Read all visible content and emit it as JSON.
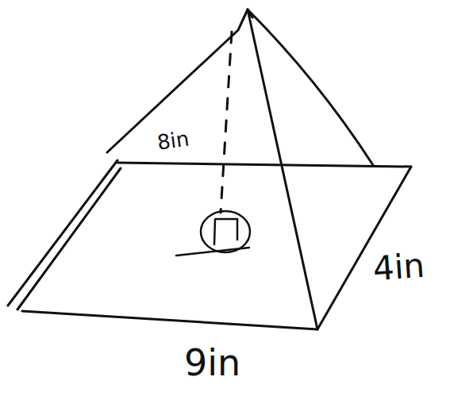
{
  "diagram": {
    "labels": [
      "8in",
      "4in",
      "9in"
    ]
  }
}
